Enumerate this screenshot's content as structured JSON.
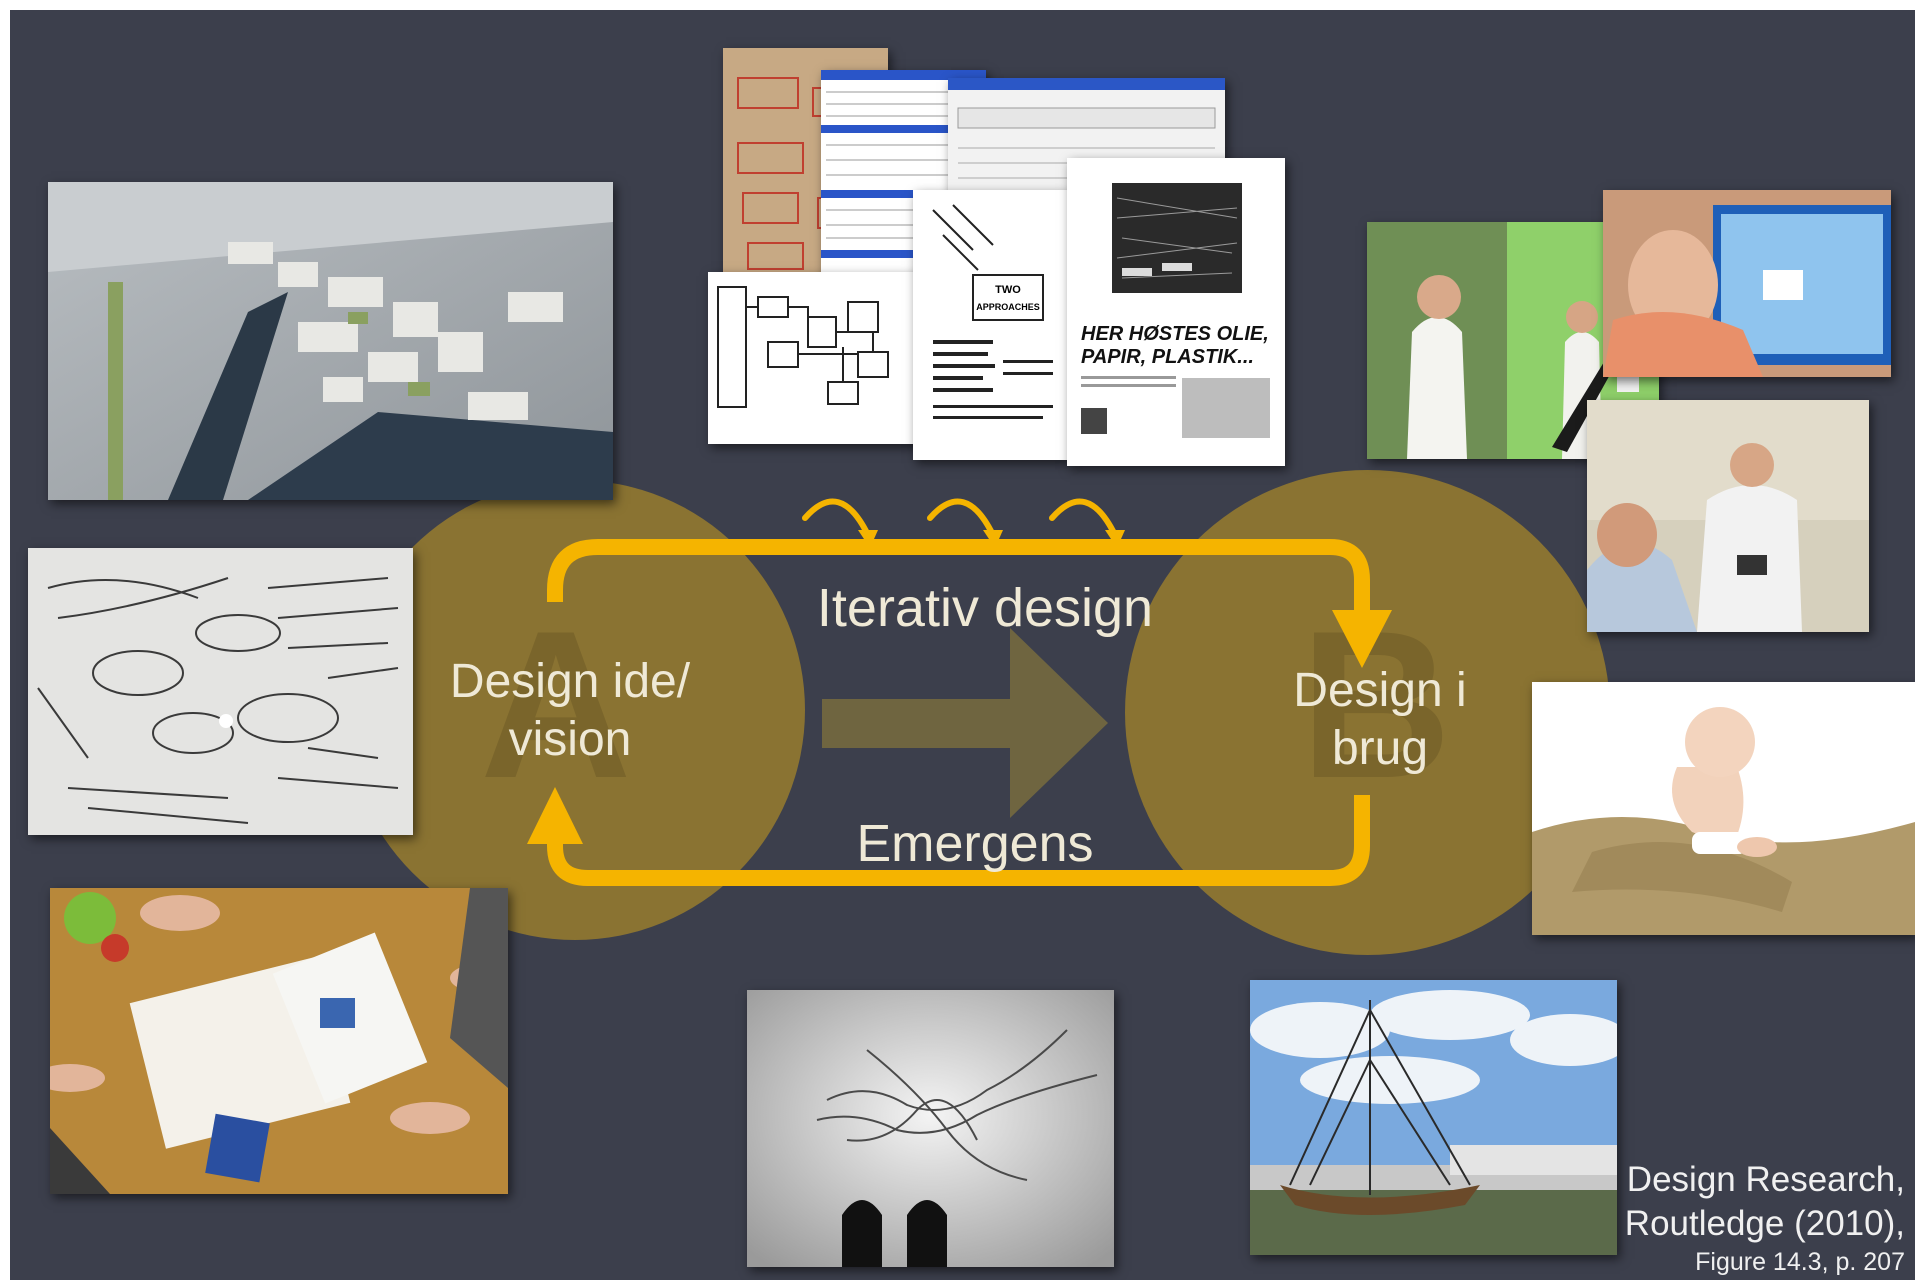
{
  "diagram": {
    "circle_a": {
      "letter": "A",
      "label_line1": "Design ide/",
      "label_line2": "vision"
    },
    "circle_b": {
      "letter": "B",
      "label_line1": "Design i",
      "label_line2": "brug"
    },
    "top_arrow_label": "Iterativ design",
    "bottom_arrow_label": "Emergens",
    "colors": {
      "circle": "#8a7332",
      "loop": "#f5b400",
      "center_arrow": "#6f6540",
      "background": "#3c3f4c"
    }
  },
  "documents": {
    "poster_headline_line1": "HER HØSTES OLIE,",
    "poster_headline_line2": "PAPIR, PLASTIK...",
    "sketch_label_line1": "TWO",
    "sketch_label_line2": "APPROACHES"
  },
  "photos": [
    "city-model-photo",
    "whiteboard-photo",
    "workshop-table-photo",
    "documents-collage",
    "hospital-staff-photo",
    "touchscreen-photo",
    "nurse-patient-photo",
    "baby-photo",
    "map-projection-photo",
    "viking-ship-photo"
  ],
  "caption": {
    "line1": "Design Research,",
    "line2": "Routledge (2010),",
    "line3": "Figure 14.3, p. 207"
  }
}
